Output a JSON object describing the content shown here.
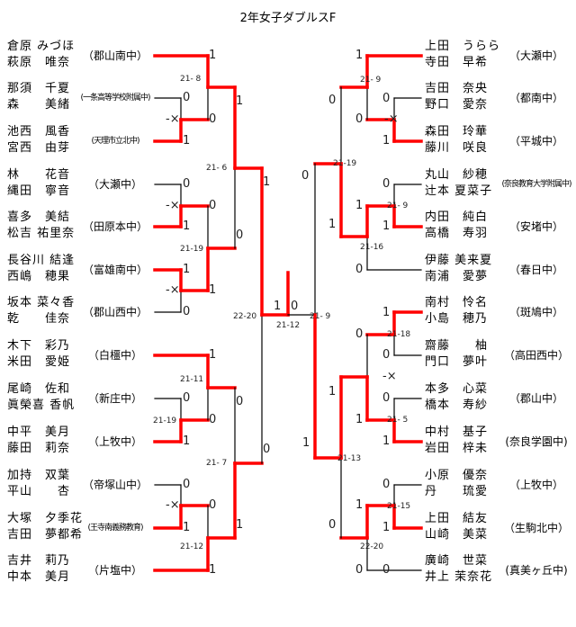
{
  "title": "2年女子ダブルスF",
  "colors": {
    "win_line": "#ff0000",
    "line": "#000000"
  },
  "left_teams": [
    {
      "names": [
        "倉原 みづほ",
        "萩原　唯奈"
      ],
      "school": "（郡山南中）"
    },
    {
      "names": [
        "那須　千夏",
        "森　　美緒"
      ],
      "school": "(一条高等学校附属中)"
    },
    {
      "names": [
        "池西　風香",
        "宮西　由芽"
      ],
      "school": "(天理市立北中)"
    },
    {
      "names": [
        "林　　花音",
        "縄田　寧音"
      ],
      "school": "（大瀬中）"
    },
    {
      "names": [
        "喜多　美結",
        "松吉 祐里奈"
      ],
      "school": "（田原本中）"
    },
    {
      "names": [
        "長谷川 結逢",
        "西嶋　穂果"
      ],
      "school": "（富雄南中）"
    },
    {
      "names": [
        "坂本 菜々香",
        "乾　　佳奈"
      ],
      "school": "（郡山西中）"
    },
    {
      "names": [
        "木下　彩乃",
        "米田　愛姫"
      ],
      "school": "（白橿中）"
    },
    {
      "names": [
        "尾崎　佐和",
        "眞榮喜 香帆"
      ],
      "school": "（新庄中）"
    },
    {
      "names": [
        "中平　美月",
        "藤田　莉奈"
      ],
      "school": "（上牧中）"
    },
    {
      "names": [
        "加持　双葉",
        "平山　　杏"
      ],
      "school": "（帝塚山中）"
    },
    {
      "names": [
        "大塚　夕季花",
        "吉田　夢都希"
      ],
      "school": "(王寺南義務教育)"
    },
    {
      "names": [
        "吉井　莉乃",
        "中本　美月"
      ],
      "school": "（片塩中）"
    }
  ],
  "right_teams": [
    {
      "names": [
        "上田　うらら",
        "寺田　早希"
      ],
      "school": "（大瀬中）"
    },
    {
      "names": [
        "吉田　奈央",
        "野口　愛奈"
      ],
      "school": "（都南中）"
    },
    {
      "names": [
        "森田　玲華",
        "藤川　咲良"
      ],
      "school": "（平城中）"
    },
    {
      "names": [
        "丸山　紗穂",
        "辻本 夏菜子"
      ],
      "school": "(奈良教育大学附属中)"
    },
    {
      "names": [
        "内田　純白",
        "高橋　寿羽"
      ],
      "school": "（安堵中）"
    },
    {
      "names": [
        "伊藤 美来夏",
        "南浦　愛夢"
      ],
      "school": "（春日中）"
    },
    {
      "names": [
        "南村　怜名",
        "小島　穂乃"
      ],
      "school": "（斑鳩中）"
    },
    {
      "names": [
        "齋藤　　柚",
        "門口　夢叶"
      ],
      "school": "（高田西中）"
    },
    {
      "names": [
        "本多　心菜",
        "橋本　寿紗"
      ],
      "school": "（郡山中）"
    },
    {
      "names": [
        "中村　基子",
        "岩田　梓未"
      ],
      "school": "(奈良学園中)"
    },
    {
      "names": [
        "小原　優奈",
        "丹　　琉愛"
      ],
      "school": "（上牧中）"
    },
    {
      "names": [
        "上田　結友",
        "山崎　美菜"
      ],
      "school": "（生駒北中）"
    },
    {
      "names": [
        "廣崎　世菜",
        "井上 茉奈花"
      ],
      "school": "(真美ヶ丘中)"
    }
  ],
  "left_labels": [
    "1",
    "21- 8",
    "1",
    "0",
    "-×",
    "0",
    "1",
    "21- 6",
    "1",
    "0",
    "-×",
    "0",
    "1",
    "0",
    "21-19",
    "1",
    "-×",
    "1",
    "0",
    "1",
    "22-20",
    "21-12",
    "0",
    "1",
    "21-11",
    "0",
    "21-19",
    "0",
    "1",
    "0",
    "21- 7",
    "0",
    "0",
    "-×",
    "0",
    "1",
    "1",
    "21-12",
    "1"
  ],
  "right_labels": [
    "1",
    "21- 9",
    "0",
    "0",
    "-×",
    "0",
    "1",
    "21-19",
    "0",
    "0",
    "1",
    "21- 9",
    "1",
    "1",
    "21-16",
    "0",
    "21- 9",
    "1",
    "1",
    "0",
    "21-18",
    "0",
    "-×",
    "0",
    "1",
    "1",
    "21- 5",
    "1",
    "21-13",
    "0",
    "0",
    "1",
    "21-15",
    "1",
    "0",
    "22-20",
    "0"
  ]
}
